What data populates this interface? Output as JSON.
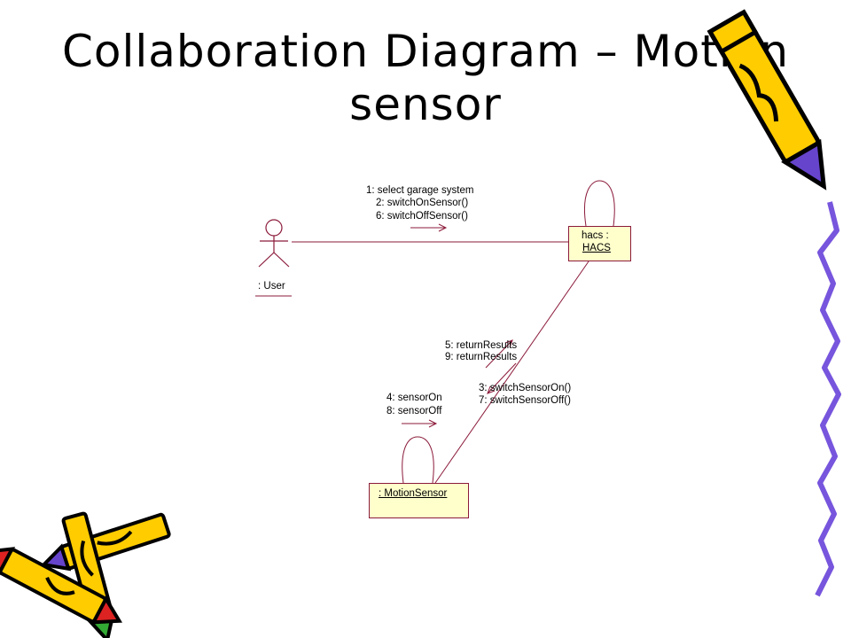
{
  "slide": {
    "title_line1": "Collaboration Diagram – Motion",
    "title_line2": "sensor"
  },
  "diagram": {
    "actor": {
      "label": ": User"
    },
    "hacs": {
      "line1": "hacs :",
      "line2": "HACS"
    },
    "motion_sensor": {
      "label": ": MotionSensor"
    },
    "user_to_hacs_messages": [
      "1: select garage system",
      "2: switchOnSensor()",
      "6: switchOffSensor()"
    ],
    "sensor_to_hacs_messages": [
      "5: returnResults",
      "9: returnResults"
    ],
    "hacs_to_sensor_messages": [
      "3: switchSensorOn()",
      "7: switchSensorOff()"
    ],
    "sensor_self_messages": [
      "4: sensorOn",
      "8: sensorOff"
    ]
  },
  "colors": {
    "line": "#8b1a3a",
    "object_fill": "#ffffcc",
    "pencil_body": "#ffcc00",
    "pencil_accent": "#6644cc",
    "squiggle": "#7755dd"
  },
  "decorations": [
    "pencil-icon",
    "squiggle-border",
    "pencils-cluster-icon"
  ]
}
